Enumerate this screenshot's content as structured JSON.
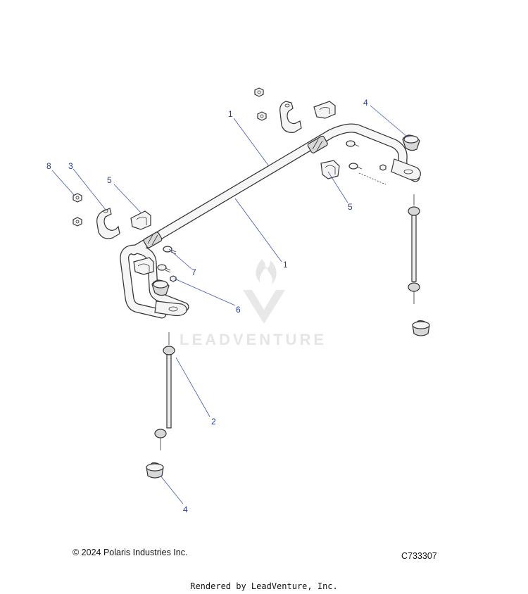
{
  "watermark": {
    "text": "LEADVENTURE",
    "color": "#e3e3e3"
  },
  "callouts": [
    {
      "id": "c1a",
      "label": "1"
    },
    {
      "id": "c1b",
      "label": "1"
    },
    {
      "id": "c2",
      "label": "2"
    },
    {
      "id": "c3",
      "label": "3"
    },
    {
      "id": "c4a",
      "label": "4"
    },
    {
      "id": "c4b",
      "label": "4"
    },
    {
      "id": "c5a",
      "label": "5"
    },
    {
      "id": "c5b",
      "label": "5"
    },
    {
      "id": "c6",
      "label": "6"
    },
    {
      "id": "c7",
      "label": "7"
    },
    {
      "id": "c8",
      "label": "8"
    }
  ],
  "footer": {
    "copyright": "© 2024 Polaris Industries Inc.",
    "diagram_code": "C733307",
    "rendered_by": "Rendered by LeadVenture, Inc."
  },
  "colors": {
    "callout": "#1f3c9e",
    "leader": "#3a56b0",
    "line_art": "#333333"
  }
}
